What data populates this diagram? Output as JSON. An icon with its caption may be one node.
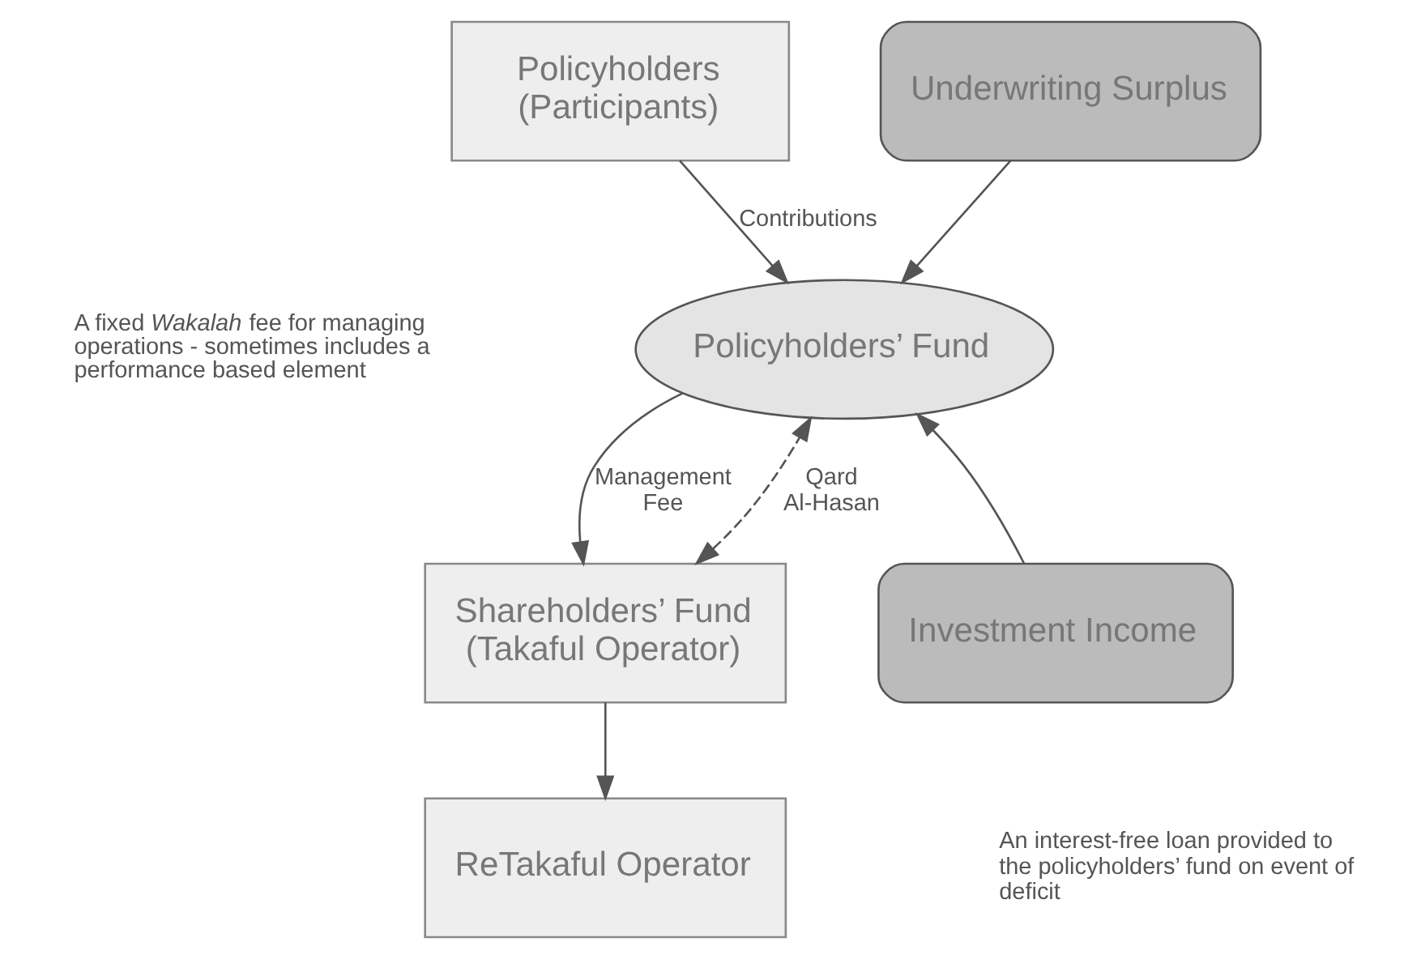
{
  "diagram": {
    "nodes": [
      {
        "text": [
          "Policyholders (Participants)"
        ]
      },
      {
        "text": [
          "Underwriting Surplus"
        ]
      },
      {
        "text": [
          "Policyholders’ Fund"
        ]
      },
      {
        "text": [
          "Shareholders’ Fund (Takaful Operator)"
        ]
      },
      {
        "text": [
          "Investment Income"
        ]
      },
      {
        "text": [
          "ReTakaful Operator"
        ]
      }
    ],
    "edges": [
      {
        "from": 0,
        "to": 2,
        "arrow": "to",
        "label": "Contributions"
      },
      {
        "from": 1,
        "to": 2,
        "arrow": "to"
      },
      {
        "from": 2,
        "to": 3,
        "arrow": "to",
        "label": "Management Fee"
      },
      {
        "from": 4,
        "to": 2,
        "arrow": "to"
      },
      {
        "from": 3,
        "to": 2,
        "arrow": "both",
        "label": "Qard Al-Hasan",
        "style": "dashed"
      },
      {
        "from": 3,
        "to": 5,
        "arrow": "to"
      }
    ],
    "labels": [
      "A fixed *Wakalah* fee for managing operations - sometimes includes a performance based element",
      "An interest-free loan provided to the policyholders’ fund on event of deficit"
    ]
  }
}
